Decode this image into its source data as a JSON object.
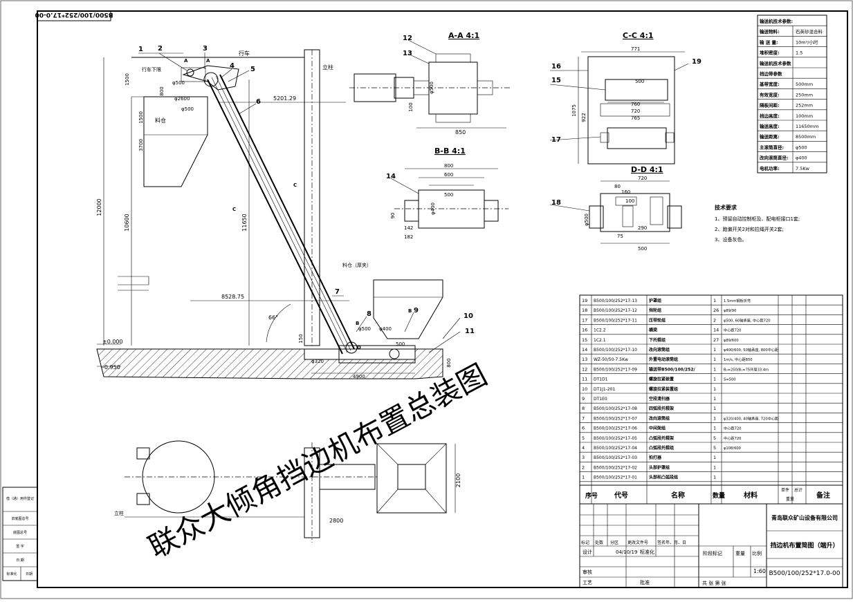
{
  "drawing_code_rotated": "B500/100/252*17.0-00",
  "watermark": "联众大倾角挡边机布置总装图",
  "side_view": {
    "balloons": [
      "1",
      "2",
      "3",
      "4",
      "5",
      "6",
      "7",
      "8",
      "9",
      "10",
      "11"
    ],
    "labels": {
      "lift_limit": "行车下限",
      "crane": "行车",
      "column": "立柱",
      "hopper": "料仓",
      "feed_chute": "料仓（厚夹）",
      "d500_top": "φ500",
      "d2600": "φ2600",
      "d500_b": "φ500",
      "d500_c": "φ500",
      "d400": "φ400",
      "d320": "φ320",
      "sec_a": "A",
      "sec_a2": "A",
      "sec_b": "B",
      "sec_b2": "B",
      "sec_c": "C",
      "sec_c2": "C",
      "sec_d": "D"
    },
    "dims": {
      "h1500": "1500",
      "h800": "800",
      "h1500b": "1500",
      "h3700": "3700",
      "h12000": "12000",
      "h10600": "10600",
      "h11650": "11650",
      "w5201": "5201.29",
      "w8528": "8528.75",
      "angle": "66°",
      "elev0": "±0.000",
      "elev1": "-0.950",
      "w4900": "4900",
      "h800c": "800",
      "h150": "150",
      "w500": "500"
    }
  },
  "plan_view": {
    "column": "立柱",
    "w2800": "2800",
    "h2100": "2100"
  },
  "view_aa": {
    "title": "A-A 4:1",
    "balloons": [
      "12",
      "13"
    ],
    "d500": "φ500",
    "h100": "100",
    "w850": "850"
  },
  "view_bb": {
    "title": "B-B 4:1",
    "balloon": "14",
    "w800": "800",
    "w600": "600",
    "w500": "500",
    "d400": "φ400",
    "h90": "90",
    "w142": "142",
    "w182": "182"
  },
  "view_cc": {
    "title": "C-C 4:1",
    "balloons": [
      "16",
      "15",
      "19",
      "17"
    ],
    "w771": "771",
    "w500": "500",
    "w760": "760",
    "w720": "720",
    "w765": "765",
    "h1075": "1075",
    "h922": "922"
  },
  "view_dd": {
    "title": "D-D 4:1",
    "balloon": "18",
    "w720": "720",
    "w80": "80",
    "w160": "160",
    "w100": "100",
    "d500": "φ500",
    "w290": "290",
    "w75": "75",
    "w500": "500"
  },
  "specs": {
    "rows": [
      [
        "输送机技术参数:",
        ""
      ],
      [
        "输送物料:",
        "石英砂混合料"
      ],
      [
        "输 送 量:",
        "10m³/小时"
      ],
      [
        "堆积密度:",
        "1.5"
      ],
      [
        "输送机技术参数",
        ""
      ],
      [
        "挡边带参数",
        ""
      ],
      [
        "基带宽度:",
        "500mm"
      ],
      [
        "有效宽度:",
        "250mm"
      ],
      [
        "隔板间距:",
        "252mm"
      ],
      [
        "挡边高度:",
        "100mm"
      ],
      [
        "输送高度:",
        "11650mm"
      ],
      [
        "输送距离:",
        "8500mm"
      ],
      [
        "主滚筒直径:",
        "φ500"
      ],
      [
        "改向滚筒直径:",
        "φ400"
      ],
      [
        "电机功率:",
        "7.5Kw"
      ]
    ]
  },
  "tech_notes": {
    "title": "技术要求",
    "items": [
      "1、预留自动控制柜及、配电柜接口1套;",
      "2、跑偏开关2对和拉绳开关2套;",
      "3、设备灰色。"
    ]
  },
  "parts": {
    "rows": [
      [
        "19",
        "B500/100/252*17-13",
        "护罩组",
        "1",
        "1.5mm钢板折弯"
      ],
      [
        "18",
        "B500/100/252*17-12",
        "挡轮组",
        "26",
        "φ89/90"
      ],
      [
        "17",
        "B500/100/252*17-11",
        "压带轮组",
        "2",
        "φ500, 60轴承座, 中心距720"
      ],
      [
        "16",
        "1C2.2",
        "横梁",
        "14",
        "中心距720"
      ],
      [
        "15",
        "1C2.1",
        "下托辊组",
        "27",
        "φ89/600"
      ],
      [
        "14",
        "B500/100/252*17-10",
        "改向滚筒组",
        "1",
        "φ400/600, 50轴承座, 800中心距"
      ],
      [
        "13",
        "WZ-50/50-7.5Kw",
        "外置电动滚筒组",
        "1",
        "1m/s, 中心距850"
      ],
      [
        "12",
        "B500/100/252*17-09",
        "输送带B500/100/252/",
        "1",
        "B₀=250/B₁=75环周33.4m"
      ],
      [
        "11",
        "DT1D1",
        "螺旋拉紧装置",
        "1",
        "S=500"
      ],
      [
        "10",
        "DT1J1-201",
        "螺旋拉紧装置组",
        "1",
        ""
      ],
      [
        "9",
        "DT1E0",
        "空段清扫器",
        "1",
        ""
      ],
      [
        "8",
        "B500/100/252*17-08",
        "四弧段托辊架",
        "1",
        ""
      ],
      [
        "7",
        "B500/100/252*17-07",
        "改向滚筒组",
        "1",
        "φ320/400, 40轴承座, 720中心距"
      ],
      [
        "6",
        "B500/100/252*17-06",
        "中间架组",
        "1",
        "中心距720"
      ],
      [
        "5",
        "B500/100/252*17-05",
        "凸弧段托辊架",
        "5",
        "中心距720"
      ],
      [
        "4",
        "B500/100/252*17-04",
        "凸弧段托辊组",
        "5",
        "φ108/600"
      ],
      [
        "3",
        "B500/100/252*17-03",
        "拍打器",
        "1",
        ""
      ],
      [
        "2",
        "B500/100/252*17-02",
        "头部护罩组",
        "1",
        ""
      ],
      [
        "1",
        "B500/100/252*17-01",
        "头部和凸弧段组",
        "1",
        ""
      ]
    ],
    "header": {
      "no": "序号",
      "code": "代号",
      "name": "名称",
      "qty": "数量",
      "material": "材料",
      "unit": "单件",
      "total": "总计",
      "weight": "重量",
      "remark": "备注"
    }
  },
  "title_block": {
    "company": "青岛联众矿山设备有限公司",
    "drawing_name": "挡边机布置简图（端升）",
    "drawing_code": "B500/100/252*17.0-00",
    "scale": "1:60",
    "revision_headers": [
      "标记",
      "处数",
      "分区",
      "更改文件号",
      "签名",
      "年、月、日"
    ],
    "design": "设计",
    "date": "04/10/19",
    "standard": "标准化",
    "stage": "阶段标记",
    "weight": "重量",
    "ratio": "比例",
    "review": "审核",
    "process": "工艺",
    "approve": "批准",
    "sheets": "共 张 第 张"
  },
  "left_block": {
    "rows": [
      "借（通）用件登记",
      "旧底图总号",
      "底图总号",
      "签 字",
      "日 期"
    ],
    "bottom": [
      "标准化",
      "日期"
    ]
  }
}
